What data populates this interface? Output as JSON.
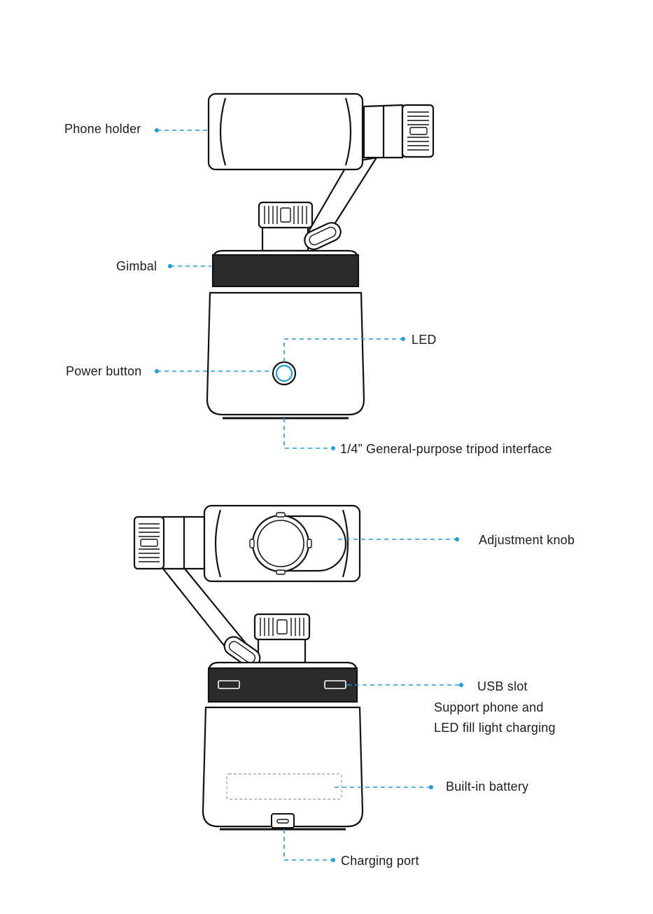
{
  "colors": {
    "leader": "#1a9ee0",
    "outline": "#111111",
    "band": "#2b2b2b",
    "body_fill": "#ffffff",
    "background": "#ffffff"
  },
  "front_view": {
    "labels": {
      "phone_holder": "Phone holder",
      "gimbal": "Gimbal",
      "led": "LED",
      "power_button": "Power button",
      "tripod_interface": "1/4” General-purpose tripod interface"
    }
  },
  "back_view": {
    "labels": {
      "adjustment_knob": "Adjustment knob",
      "usb_slot": "USB slot",
      "usb_note_line1": "Support phone and",
      "usb_note_line2": "LED fill light charging",
      "built_in_battery": "Built-in battery",
      "charging_port": "Charging port"
    }
  },
  "icons": {
    "power_button": "power-button-icon",
    "usb_port": "usb-port-icon",
    "charging_port": "charging-port-icon"
  }
}
